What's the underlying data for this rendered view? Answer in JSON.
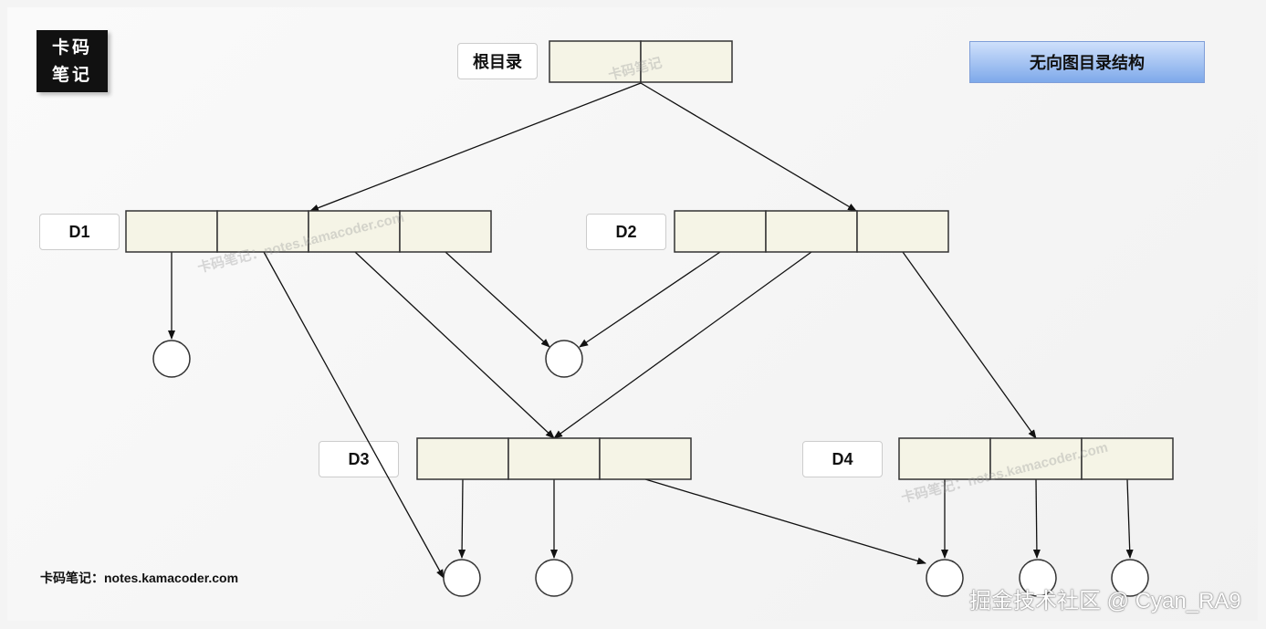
{
  "logo": {
    "line1": "卡码",
    "line2": "笔记"
  },
  "title": "无向图目录结构",
  "root": {
    "label": "根目录",
    "cells": 2
  },
  "directories": [
    {
      "label": "D1",
      "cells": 4
    },
    {
      "label": "D2",
      "cells": 3
    },
    {
      "label": "D3",
      "cells": 3
    },
    {
      "label": "D4",
      "cells": 3
    }
  ],
  "footer": {
    "url": "卡码笔记：notes.kamacoder.com",
    "credit": "掘金技术社区 @ Cyan_RA9"
  },
  "watermarks": [
    "卡码笔记",
    "卡码笔记：notes.kamacoder.com",
    "卡码笔记：notes.kamacoder.com"
  ],
  "colors": {
    "cell_fill": "#f5f4e6",
    "cell_stroke": "#333333",
    "title_top": "#cfe0fb",
    "title_bottom": "#7ea9ea"
  }
}
